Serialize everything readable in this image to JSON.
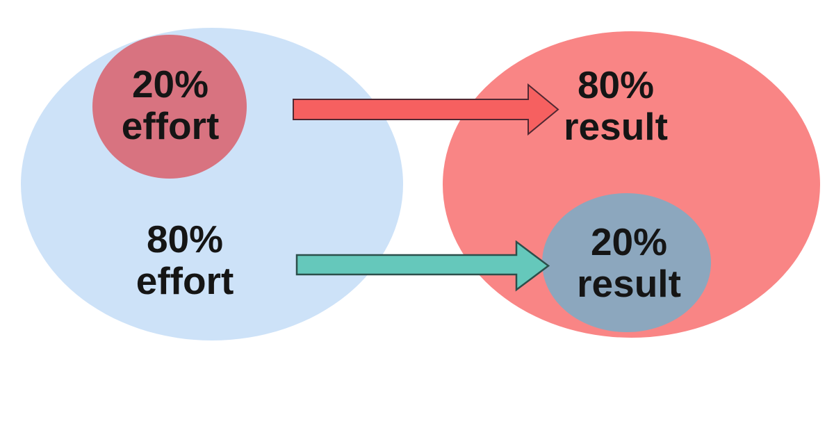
{
  "colors": {
    "background": "#ffffff",
    "effort_pool_fill": "#cde2f8",
    "effort_small_fill": "#d87380",
    "result_pool_fill": "#f98585",
    "result_small_fill": "#8ca7be",
    "arrow_red_fill": "#f66060",
    "arrow_red_outline": "#502832",
    "arrow_teal_fill": "#65c8bb",
    "arrow_teal_outline": "#2c4f4b",
    "label_text": "#151515"
  },
  "diagram": {
    "effort_ellipse": {
      "small_circle_label": {
        "percent": "20%",
        "word": "effort"
      },
      "remainder_label": {
        "percent": "80%",
        "word": "effort"
      }
    },
    "result_ellipse": {
      "remainder_label": {
        "percent": "80%",
        "word": "result"
      },
      "small_circle_label": {
        "percent": "20%",
        "word": "result"
      }
    },
    "arrows": [
      {
        "from": "20% effort",
        "to": "80% result",
        "color_key": "arrow_red_fill"
      },
      {
        "from": "80% effort",
        "to": "20% result",
        "color_key": "arrow_teal_fill"
      }
    ]
  }
}
